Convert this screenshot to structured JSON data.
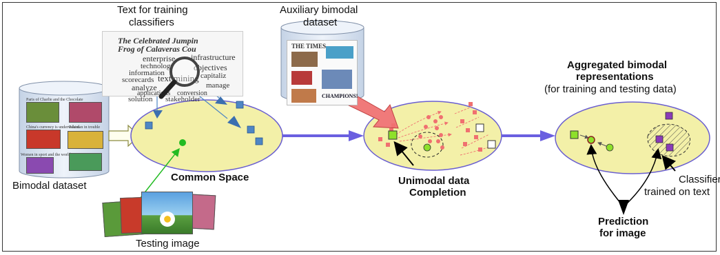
{
  "labels": {
    "text_for_training_1": "Text for training",
    "text_for_training_2": "classifiers",
    "auxiliary_1": "Auxiliary bimodal",
    "auxiliary_2": "dataset",
    "aggregated_1": "Aggregated bimodal",
    "aggregated_2": "representations",
    "aggregated_3": "(for training and testing data)",
    "bimodal_dataset": "Bimodal dataset",
    "common_space": "Common Space",
    "unimodal_1": "Unimodal data",
    "unimodal_2": "Completion",
    "classifier_1": "Classifier",
    "classifier_2": "trained on text",
    "prediction_1": "Prediction",
    "prediction_2": "for image",
    "testing_image": "Testing image"
  },
  "word_cloud": {
    "headline_1": "The Celebrated Jumpin",
    "headline_2": "Frog of Calaveras Cou",
    "words": [
      "enterprise",
      "infrastructure",
      "technology",
      "information",
      "objectives",
      "scorecards",
      "capitaliz",
      "analyze",
      "text mining",
      "manage",
      "applications",
      "conversion",
      "solution",
      "stakeholder"
    ]
  },
  "aux_newspaper": {
    "masthead": "THE TIMES",
    "champions": "CHAMPIONS!"
  },
  "bimodal_captions": [
    "Paris of Charlie and the Chocolate",
    "China's currency is undervalued",
    "Pakistan in trouble",
    "Women in sport and the world"
  ],
  "colors": {
    "ellipse_fill": "#f3f0a8",
    "ellipse_stroke": "#6a5fd0",
    "arrow_blue": "#6a5fe0",
    "square_blue": "#4e86c4",
    "point_green": "#22bb22",
    "point_red": "#f07070",
    "point_purple": "#8a3ab8",
    "lime": "#8ee02a",
    "pink_arrow": "#f07a7a",
    "cylinder_fill": "#dde6f2"
  },
  "icons": [
    "magnifier-icon",
    "cylinder-icon"
  ]
}
